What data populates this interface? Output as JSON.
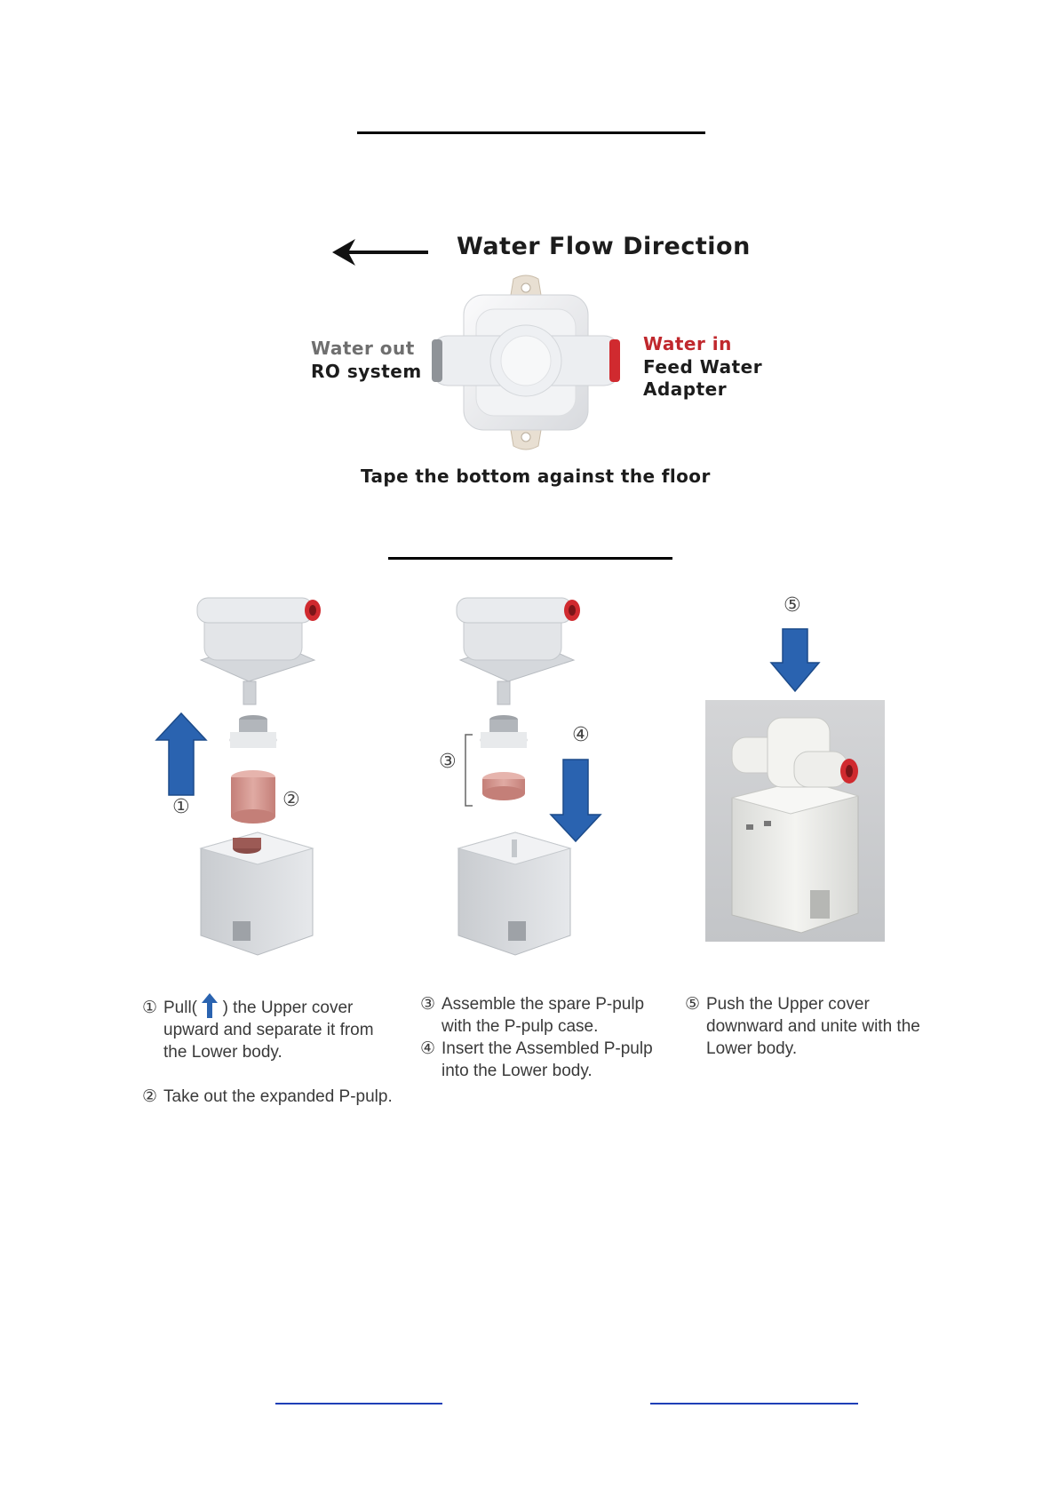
{
  "section1": {
    "flow_title": "Water Flow Direction",
    "water_out_line1": "Water out",
    "water_out_line2": "RO system",
    "water_in_line1": "Water in",
    "water_in_line2": "Feed Water",
    "water_in_line3": "Adapter",
    "tape_note": "Tape the bottom against the floor"
  },
  "diagram_labels": {
    "l1": "①",
    "l2": "②",
    "l3": "③",
    "l4": "④",
    "l5": "⑤"
  },
  "captions": {
    "col1_step1_num": "①",
    "col1_step1_a": "Pull(",
    "col1_step1_b": ") the Upper cover",
    "col1_step1_l2": "upward and separate it from",
    "col1_step1_l3": "the Lower body.",
    "col1_step2_num": "②",
    "col1_step2": "Take out the expanded P-pulp.",
    "col2_step3_num": "③",
    "col2_step3_l1": "Assemble the spare P-pulp",
    "col2_step3_l2": "with the P-pulp case.",
    "col2_step4_num": "④",
    "col2_step4_l1": "Insert the Assembled P-pulp",
    "col2_step4_l2": "into the Lower body.",
    "col3_step5_num": "⑤",
    "col3_step5_l1": "Push the Upper cover",
    "col3_step5_l2": "downward and unite with the",
    "col3_step5_l3": "Lower body."
  },
  "colors": {
    "accent_blue": "#2a63b0",
    "water_in_red": "#c0282d",
    "valve_white": "#eef0f3",
    "pulp_pink": "#d99b93",
    "link_blue": "#1f3fb7"
  }
}
